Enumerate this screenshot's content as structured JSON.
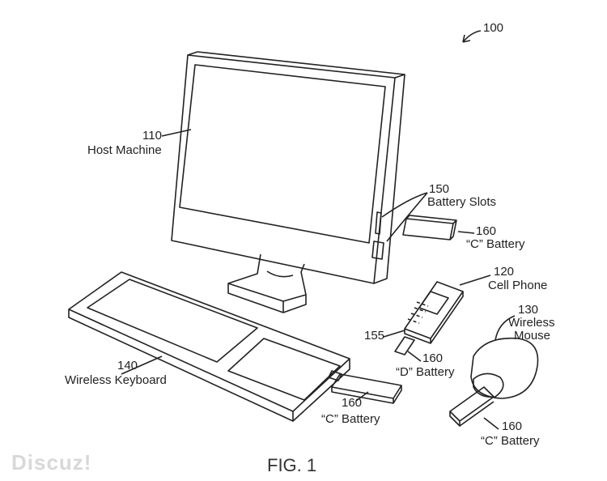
{
  "figure": {
    "ref_system": "100",
    "host": {
      "ref": "110",
      "name": "Host Machine"
    },
    "slots": {
      "ref": "150",
      "name": "Battery Slots"
    },
    "battery_slot": {
      "ref": "160",
      "name": "“C” Battery"
    },
    "phone": {
      "ref": "120",
      "name": "Cell Phone"
    },
    "mouse": {
      "ref": "130",
      "name_line1": "Wireless",
      "name_line2": "Mouse"
    },
    "phone_slot": {
      "ref": "155"
    },
    "battery_phone": {
      "ref": "160",
      "name": "“D” Battery"
    },
    "keyboard": {
      "ref": "140",
      "name": "Wireless Keyboard"
    },
    "battery_keyboard": {
      "ref": "160",
      "name": "“C” Battery"
    },
    "battery_mouse": {
      "ref": "160",
      "name": "“C” Battery"
    },
    "caption": "FIG. 1"
  },
  "watermark": "Discuz!"
}
